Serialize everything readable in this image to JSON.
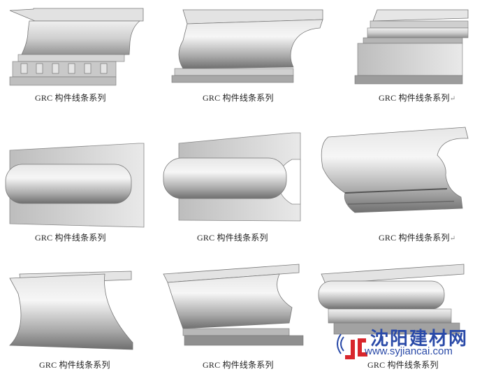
{
  "grid": {
    "rows": 3,
    "cols": 3,
    "items": [
      {
        "caption": "GRC 构件线条系列",
        "return_mark": "",
        "profile": "dentil-cornice"
      },
      {
        "caption": "GRC 构件线条系列",
        "return_mark": "",
        "profile": "ogee-cornice"
      },
      {
        "caption": "GRC 构件线条系列",
        "return_mark": "↵",
        "profile": "stepped-cornice"
      },
      {
        "caption": "GRC 构件线条系列",
        "return_mark": "",
        "profile": "torus-panel"
      },
      {
        "caption": "GRC 构件线条系列",
        "return_mark": "",
        "profile": "torus-channel"
      },
      {
        "caption": "GRC 构件线条系列",
        "return_mark": "↵",
        "profile": "double-torus"
      },
      {
        "caption": "GRC 构件线条系列",
        "return_mark": "",
        "profile": "cove-bracket"
      },
      {
        "caption": "GRC 构件线条系列",
        "return_mark": "",
        "profile": "cove-double-step"
      },
      {
        "caption": "GRC 构件线条系列",
        "return_mark": "",
        "profile": "torus-cove-step"
      }
    ]
  },
  "watermark": {
    "logo_icon": "jc-logo-icon",
    "title": "沈阳建材网",
    "url": "www.syjiancai.com",
    "colors": {
      "blue": "#2a4aa8",
      "red": "#d8262c"
    }
  }
}
